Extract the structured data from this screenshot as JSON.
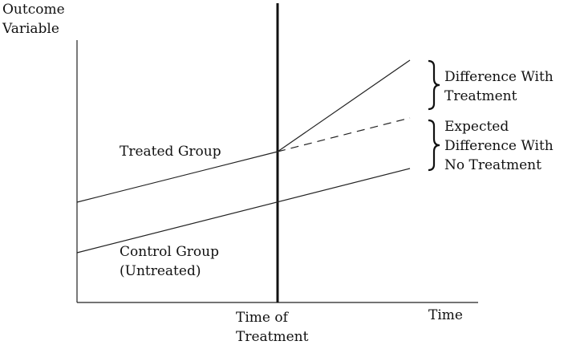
{
  "y_axis_label": [
    "Outcome",
    "Variable"
  ],
  "x_axis_label": "Time",
  "treatment_label": [
    "Time of",
    "Treatment"
  ],
  "treated_group_label": "Treated Group",
  "control_group_label": [
    "Control Group",
    "(Untreated)"
  ],
  "difference_with_treatment": [
    "Difference With",
    "Treatment"
  ],
  "expected_difference": [
    "Expected",
    "Difference With",
    "No Treatment"
  ],
  "colors": {
    "line": "#222222",
    "background": "#ffffff"
  }
}
